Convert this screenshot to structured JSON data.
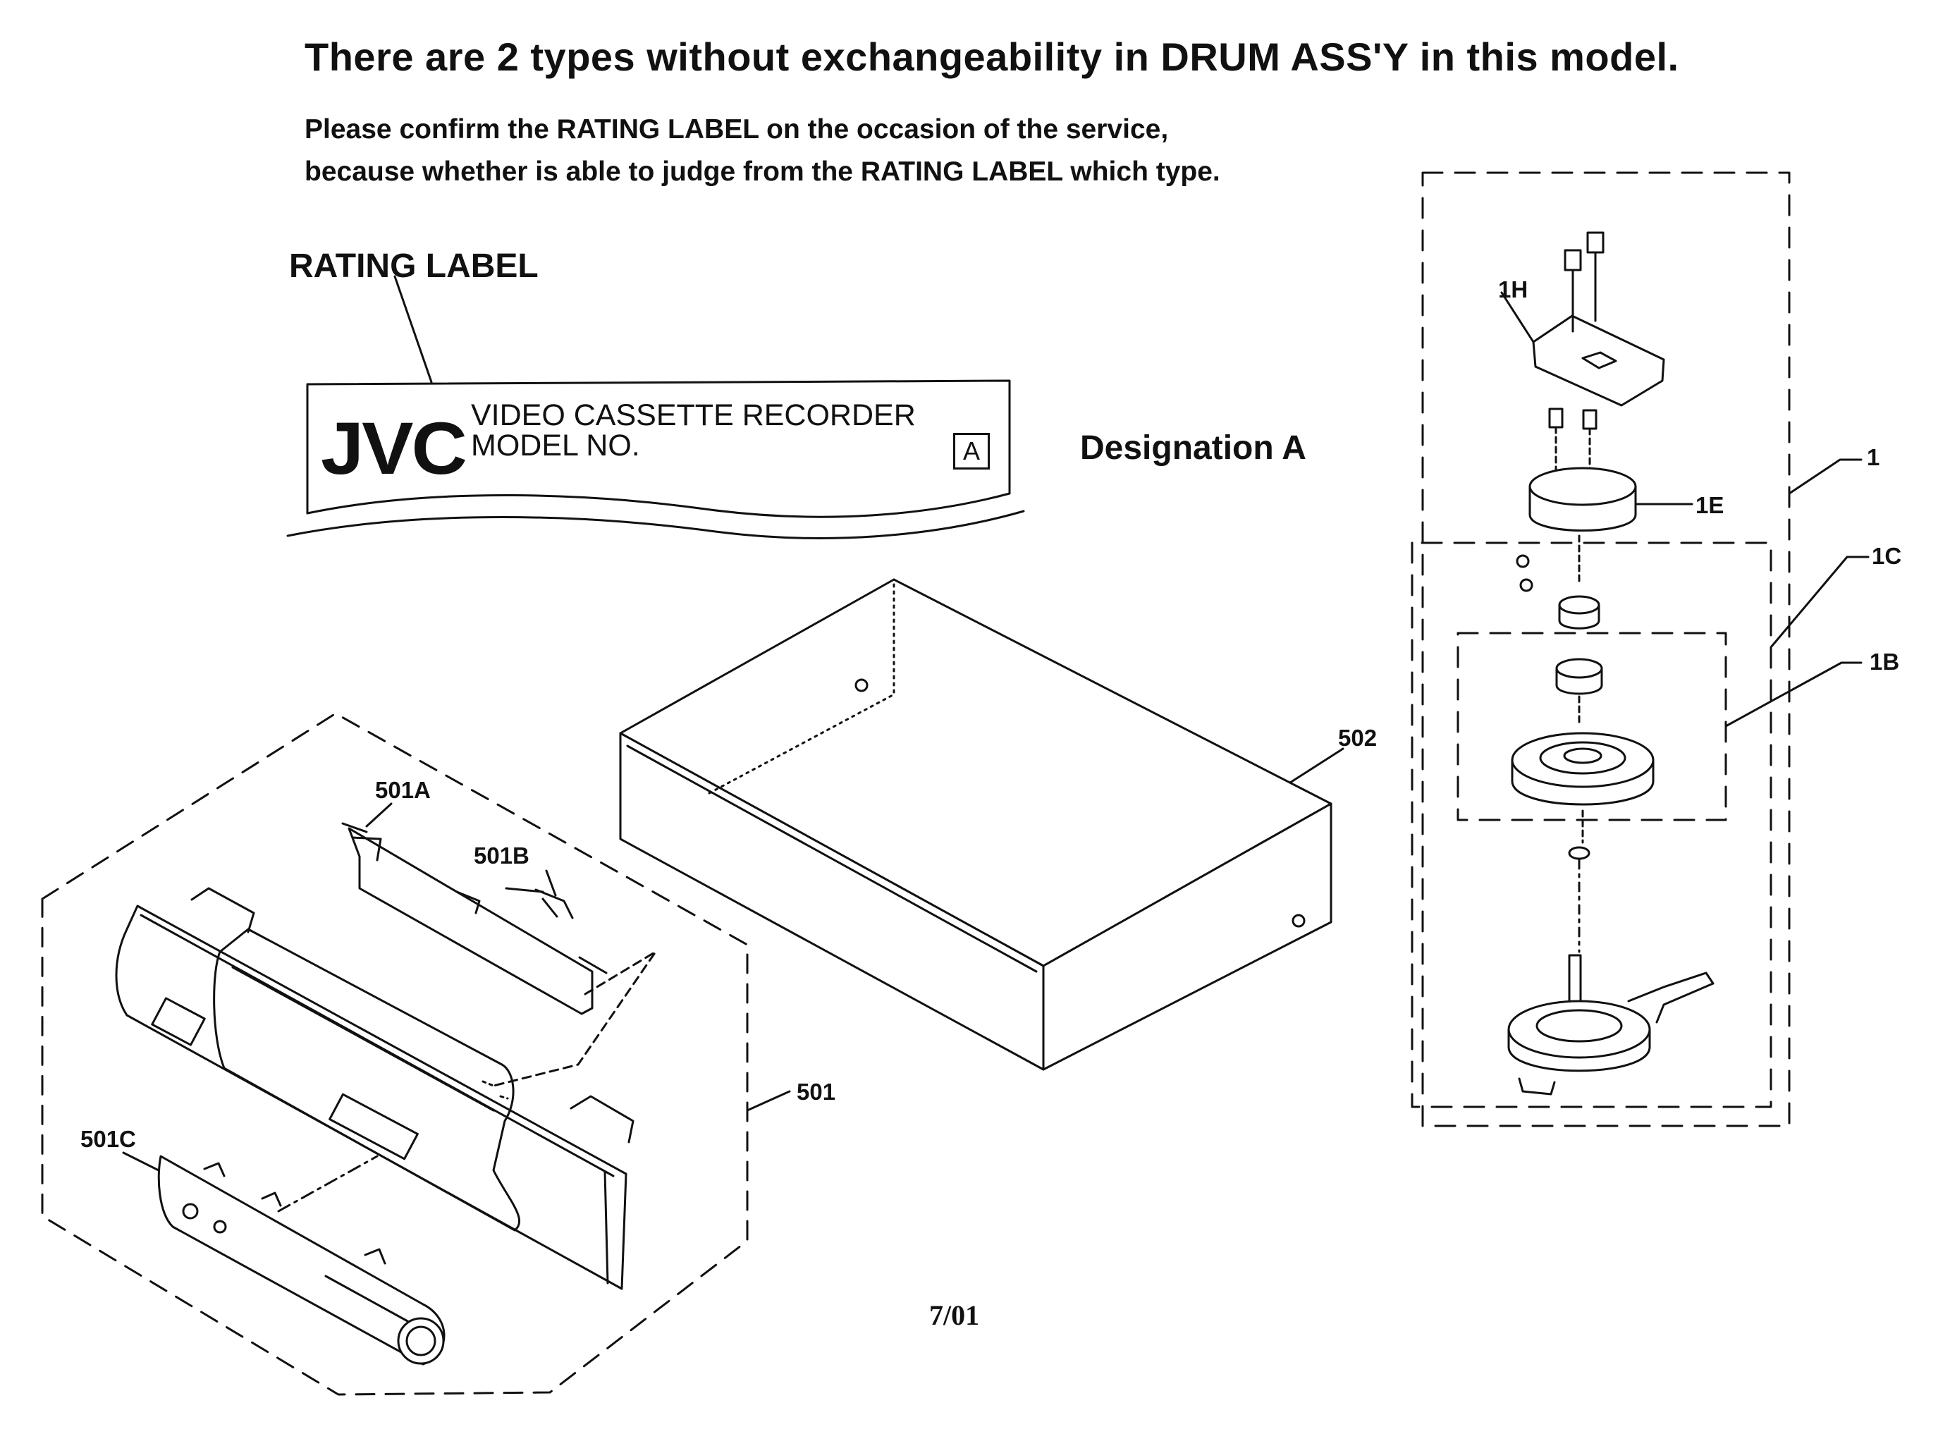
{
  "header": {
    "title": "There are 2 types without exchangeability in DRUM ASS'Y in this model.",
    "instruction_line1": "Please confirm the RATING LABEL on the occasion of the service,",
    "instruction_line2": "because whether is able to judge from the RATING LABEL which type."
  },
  "rating_label": {
    "title": "RATING LABEL",
    "brand": "JVC",
    "line1": "VIDEO CASSETTE RECORDER",
    "line2": "MODEL NO.",
    "designation_box": "A",
    "designation_text": "Designation A"
  },
  "parts": {
    "p501": "501",
    "p501A": "501A",
    "p501B": "501B",
    "p501C": "501C",
    "p502": "502",
    "p1": "1",
    "p1H": "1H",
    "p1E": "1E",
    "p1C": "1C",
    "p1B": "1B"
  },
  "footer": {
    "page": "7/01"
  }
}
